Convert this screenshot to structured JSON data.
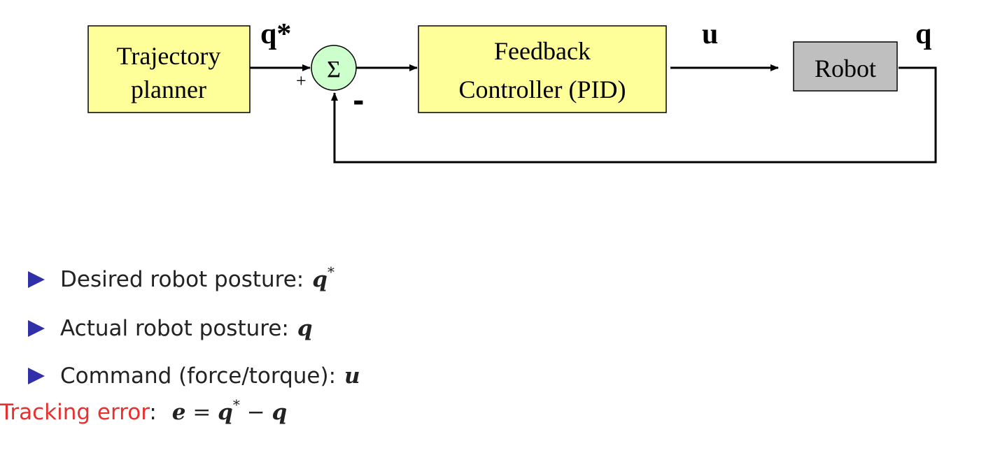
{
  "diagram": {
    "blocks": {
      "planner": {
        "line1": "Trajectory",
        "line2": "planner"
      },
      "controller": {
        "line1": "Feedback",
        "line2": "Controller (PID)"
      },
      "robot": {
        "label": "Robot"
      }
    },
    "summer": {
      "symbol": "Σ",
      "plus": "+",
      "minus": "-"
    },
    "signals": {
      "reference": "q*",
      "command": "u",
      "output": "q"
    },
    "colors": {
      "block_fill": "#ffff99",
      "robot_fill": "#bfbfbf",
      "summer_fill": "#ccffcc",
      "line": "#000000"
    }
  },
  "bullets": [
    {
      "text": "Desired robot posture:",
      "math": "q",
      "sup": "*"
    },
    {
      "text": "Actual robot posture:",
      "math": "q",
      "sup": ""
    },
    {
      "text": "Command (force/torque):",
      "math": "u",
      "sup": ""
    }
  ],
  "tracking": {
    "label": "Tracking error",
    "colon": ":",
    "eq_e": "e",
    "eq_equals": " = ",
    "eq_q1": "q",
    "eq_star": "*",
    "eq_minus": " − ",
    "eq_q2": "q",
    "label_color": "#e8302e"
  },
  "bullet_marker_color": "#3030a8"
}
